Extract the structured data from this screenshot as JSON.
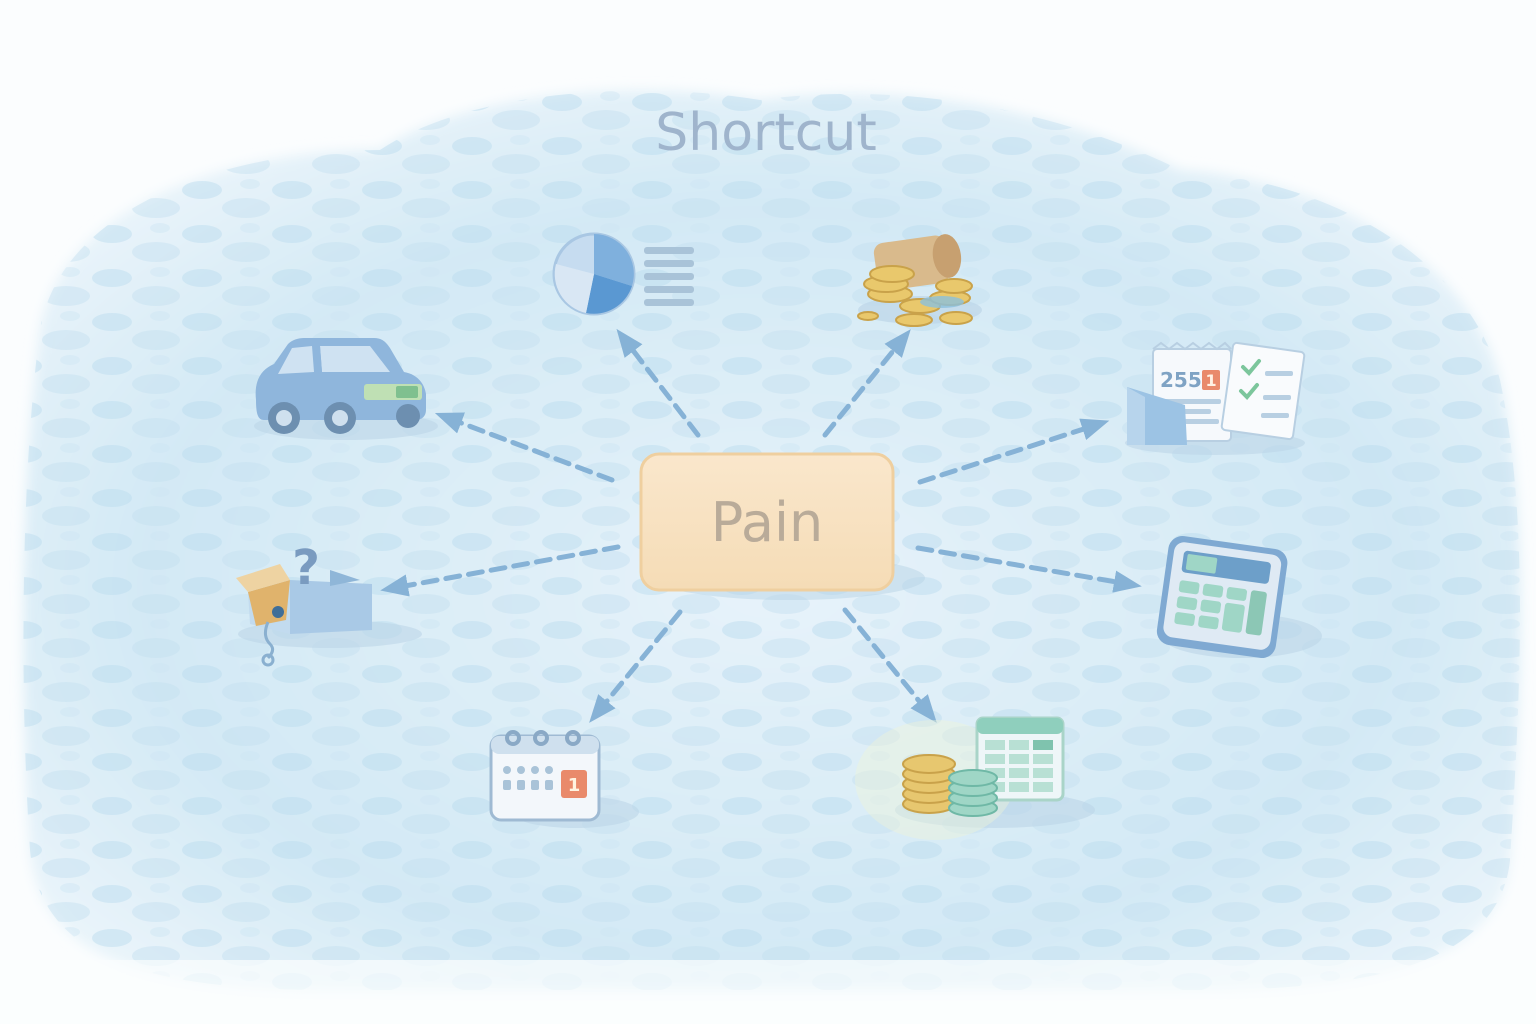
{
  "title": "Shortcut",
  "center": {
    "label": "Pain"
  },
  "nodes": [
    {
      "icon": "pie-chart-list-icon"
    },
    {
      "icon": "spilled-coins-jar-icon"
    },
    {
      "icon": "receipts-checklist-icon"
    },
    {
      "icon": "calculator-icon"
    },
    {
      "icon": "coins-spreadsheet-icon"
    },
    {
      "icon": "calendar-icon"
    },
    {
      "icon": "open-box-question-icon"
    },
    {
      "icon": "car-icon"
    }
  ],
  "icon_text": {
    "receipt_number": "255",
    "receipt_badge": "1",
    "calendar_badge": "1",
    "question_mark": "?"
  },
  "colors": {
    "background_wash": "#cfe6f3",
    "center_box_fill": "#f8e3c4",
    "center_box_stroke": "#efcf9f",
    "arrow": "#86b2d6",
    "title": "#9fb4cc",
    "center_text": "#b9ab99",
    "icon_blue": "#9cc3e4",
    "icon_gold": "#e7c76f",
    "icon_teal": "#9fd6c6"
  }
}
